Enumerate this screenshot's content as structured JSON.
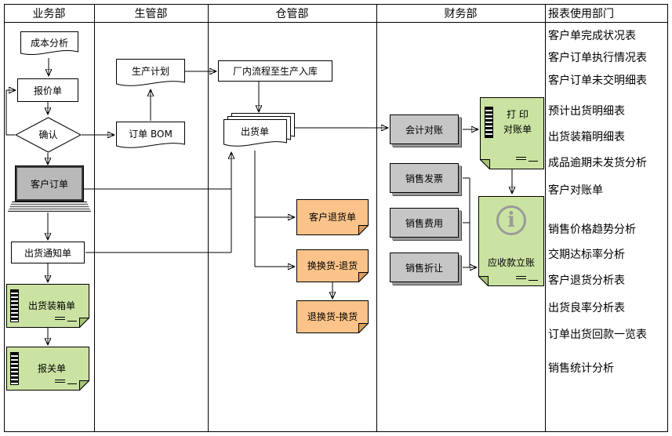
{
  "lanes": [
    {
      "title": "业务部"
    },
    {
      "title": "生管部"
    },
    {
      "title": "仓管部"
    },
    {
      "title": "财务部"
    },
    {
      "title": "报表使用部门"
    }
  ],
  "business": {
    "cost_analysis": "成本分析",
    "quotation": "报价单",
    "confirm": "确认",
    "customer_order": "客户订单",
    "shipping_notice": "出货通知单",
    "packing_list": "出货装箱单",
    "customs": "报关单"
  },
  "production": {
    "plan": "生产计划",
    "order_bom": "订单 BOM"
  },
  "warehouse": {
    "factory_inbound": "厂内流程至生产入库",
    "shipping_order": "出货单",
    "customer_return": "客户退货单",
    "exchange_return": "换换货-退货",
    "return_exchange": "退换货-换货"
  },
  "finance": {
    "reconciliation": "会计对账",
    "sales_invoice": "销售发票",
    "sales_expense": "销售费用",
    "sales_allowance": "销售折让",
    "print_line1": "打 印",
    "print_line2": "对账单",
    "receivable": "应收款立账"
  },
  "reports": {
    "items": [
      "客户单完成状况表",
      "客户订单执行情况表",
      "客户订单未交明细表",
      "预计出货明细表",
      "出货装箱明细表",
      "成品逾期未发货分析",
      "客户对账单",
      "销售价格趋势分析",
      "交期达标率分析",
      "客户退货分析表",
      "出货良率分析表",
      "订单出货回款一览表",
      "销售统计分析"
    ]
  },
  "icons": {
    "info": "i"
  },
  "colors": {
    "note_green": "#cbe3a2",
    "note_green_fold": "#a6c478",
    "note_orange": "#fbc389",
    "note_orange_fold": "#d99f5e",
    "box_gray": "#c6c6c6",
    "screen_gray": "#b9b9b9"
  }
}
